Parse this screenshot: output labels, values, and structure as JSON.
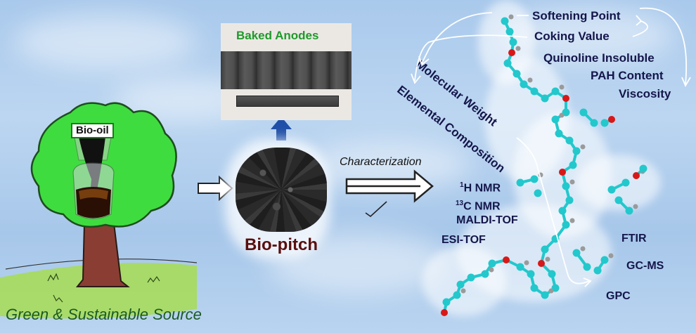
{
  "source_panel": {
    "bio_oil_label": "Bio-oil",
    "caption": "Green & Sustainable Source"
  },
  "product_panel": {
    "baked_anodes_label": "Baked Anodes",
    "bio_pitch_label": "Bio-pitch"
  },
  "process": {
    "characterization_label": "Characterization"
  },
  "properties": [
    "Softening Point",
    "Coking Value",
    "Quinoline Insoluble",
    "PAH Content",
    "Viscosity",
    "Molecular Weight",
    "Elemental Composition"
  ],
  "techniques": {
    "h_nmr": {
      "sup": "1",
      "text": "H NMR"
    },
    "c_nmr": {
      "sup": "13",
      "text": "C NMR"
    },
    "maldi": "MALDI-TOF",
    "esi": "ESI-TOF",
    "ftir": "FTIR",
    "gcms": "GC-MS",
    "gpc": "GPC"
  },
  "colors": {
    "text_navy": "#14164a",
    "anodes_green": "#1f9a2b",
    "caption_green": "#1c5a24",
    "pitch_maroon": "#5a0e0e",
    "arrow_blue": "#1f4fa8",
    "atom_carbon": "#22c8cc",
    "atom_oxygen": "#d81818",
    "atom_hydrogen": "#9a9a9a",
    "foliage": "#3fdc3f",
    "grass": "#a6dc5a",
    "trunk": "#8a3e33"
  }
}
